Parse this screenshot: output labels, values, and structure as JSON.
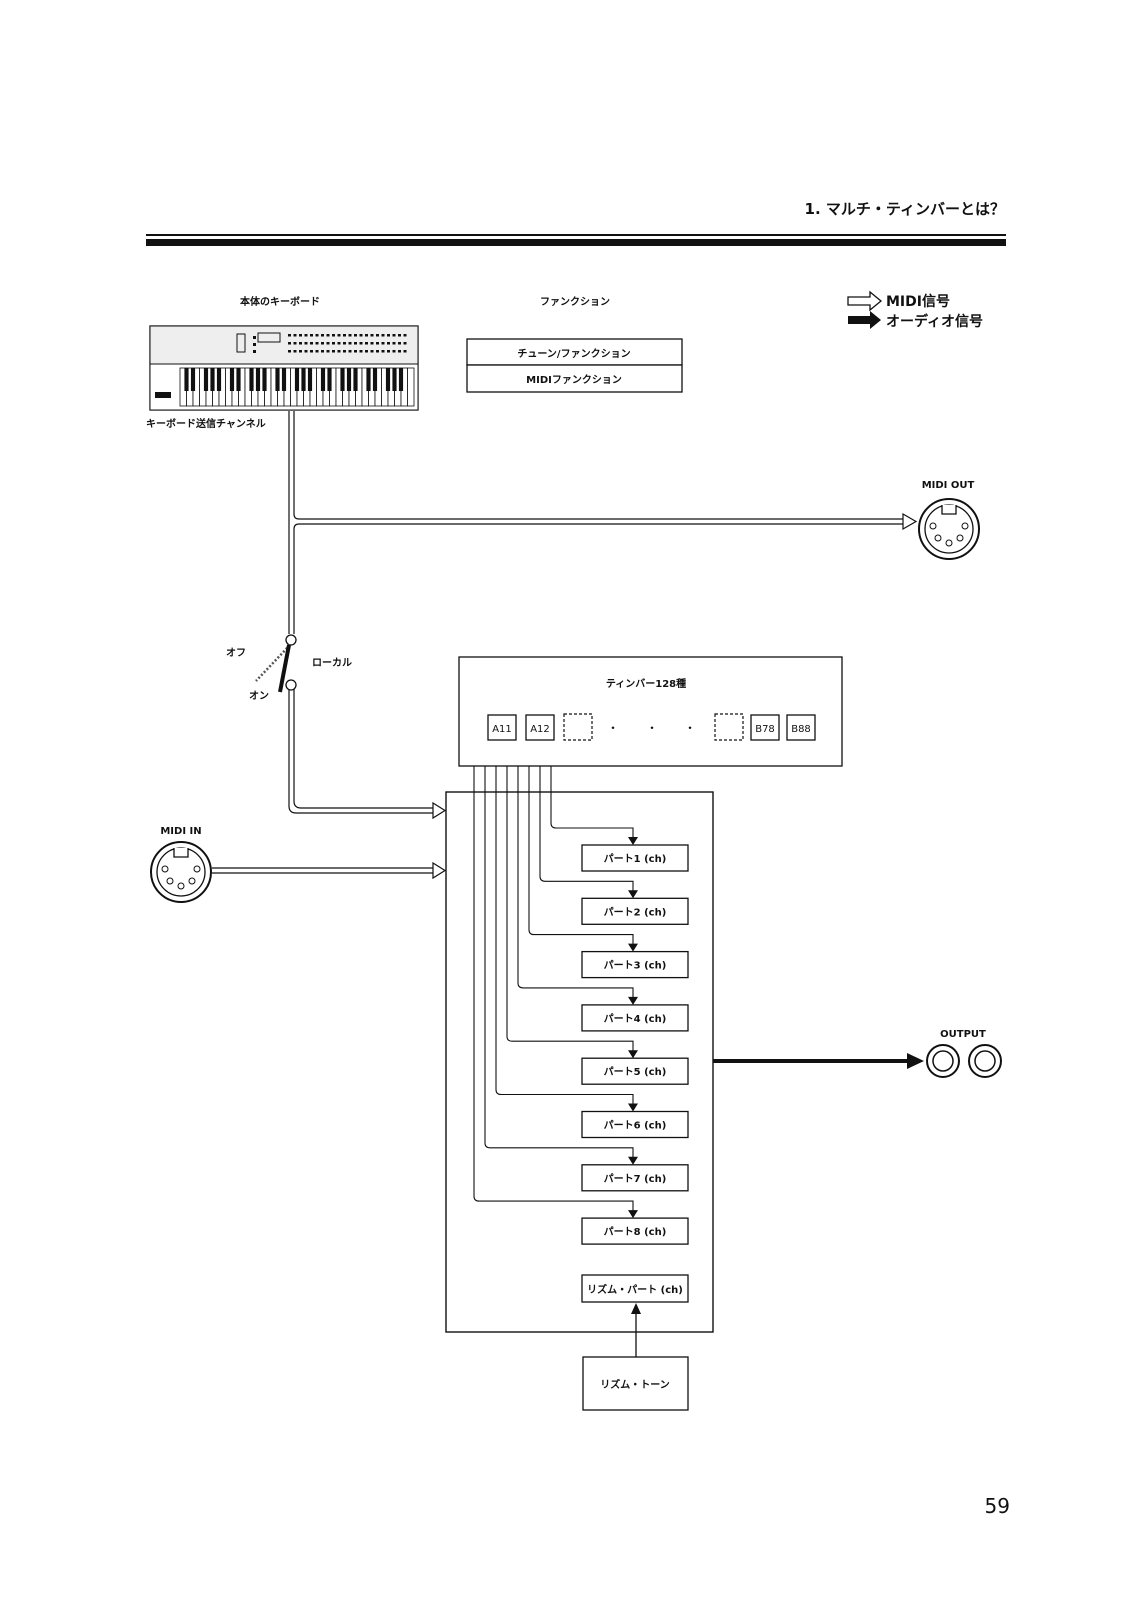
{
  "header": {
    "section_title": "1. マルチ・ティンバーとは？"
  },
  "legend": {
    "midi_signal": "MIDI信号",
    "audio_signal": "オーディオ信号"
  },
  "keyboard": {
    "label": "本体のキーボード",
    "channel_label": "キーボード送信チャンネル"
  },
  "function": {
    "label": "ファンクション",
    "items": [
      "チューン/ファンクション",
      "MIDIファンクション"
    ]
  },
  "midi_out": {
    "label": "MIDI OUT"
  },
  "midi_in": {
    "label": "MIDI IN"
  },
  "switch": {
    "off": "オフ",
    "on": "オン",
    "local": "ローカル"
  },
  "timbre_bank": {
    "title": "ティンバー128種",
    "slots": [
      "A11",
      "A12",
      "",
      "B78",
      "B88"
    ],
    "ellipsis": [
      "・",
      "・",
      "・"
    ]
  },
  "parts": [
    "パート1 (ch)",
    "パート2 (ch)",
    "パート3 (ch)",
    "パート4 (ch)",
    "パート5 (ch)",
    "パート6 (ch)",
    "パート7 (ch)",
    "パート8 (ch)"
  ],
  "rhythm_part": "リズム・パート (ch)",
  "rhythm_tone": "リズム・トーン",
  "output": {
    "label": "OUTPUT"
  },
  "page_number": "59",
  "colors": {
    "ink": "#111111",
    "paper": "#ffffff"
  }
}
